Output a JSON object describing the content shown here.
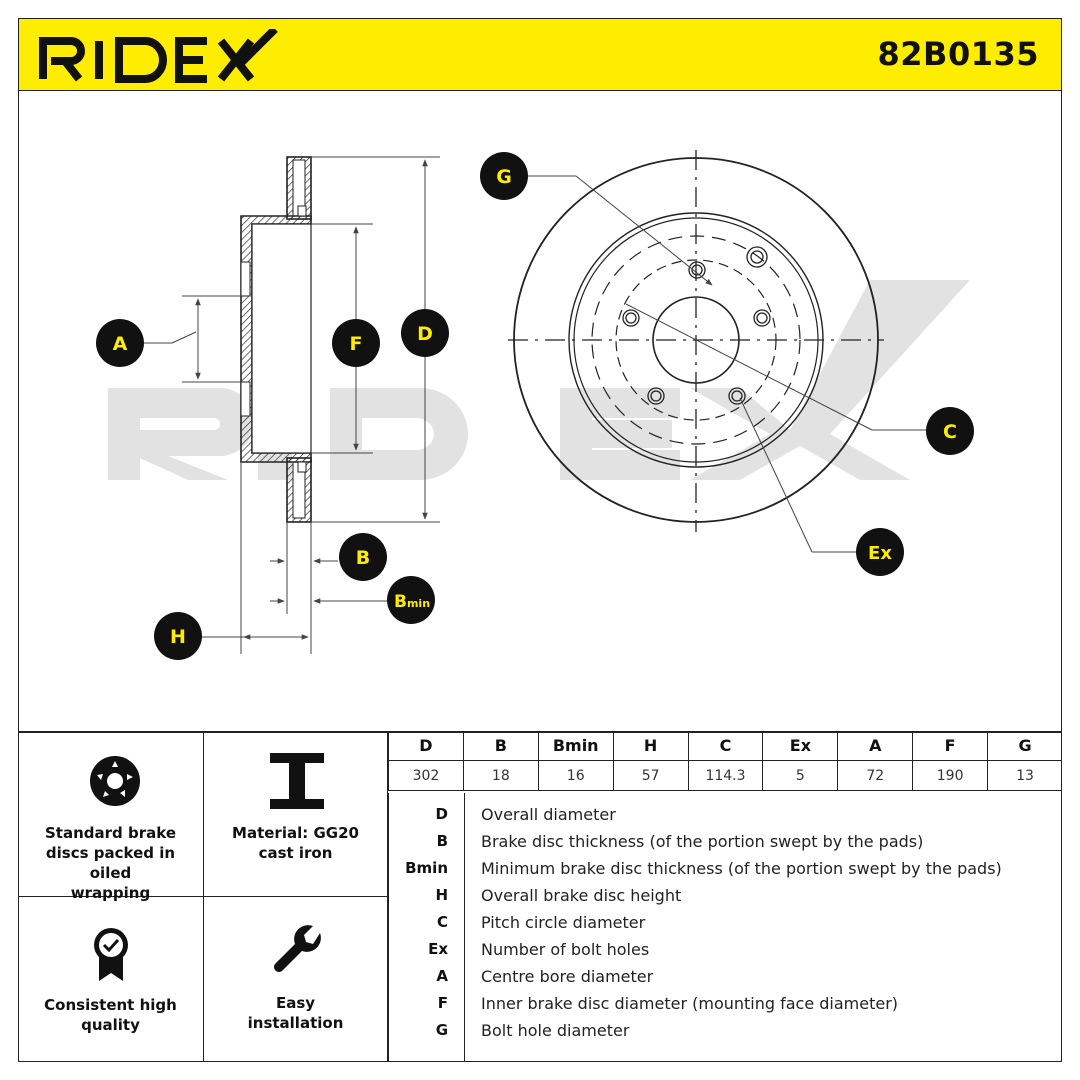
{
  "brand": {
    "logo_text": "RIDEX",
    "accent_color": "#ffed00"
  },
  "part_number": "82B0135",
  "watermark_text": "RIDEX",
  "callouts": {
    "A": "A",
    "F": "F",
    "D": "D",
    "B": "B",
    "Bmin_main": "B",
    "Bmin_sub": "min",
    "H": "H",
    "G": "G",
    "C": "C",
    "Ex": "Ex"
  },
  "features": [
    {
      "icon": "oiled-disc-icon",
      "label_lines": [
        "Standard brake",
        "discs packed in oiled",
        "wrapping"
      ]
    },
    {
      "icon": "i-beam-icon",
      "label_lines": [
        "Material: GG20",
        "cast iron"
      ]
    },
    {
      "icon": "quality-badge-icon",
      "label_lines": [
        "Consistent high",
        "quality"
      ]
    },
    {
      "icon": "wrench-icon",
      "label_lines": [
        "Easy",
        "installation"
      ]
    }
  ],
  "spec_table": {
    "headers": [
      "D",
      "B",
      "Bmin",
      "H",
      "C",
      "Ex",
      "A",
      "F",
      "G"
    ],
    "values": [
      "302",
      "18",
      "16",
      "57",
      "114.3",
      "5",
      "72",
      "190",
      "13"
    ]
  },
  "legend": [
    {
      "key": "D",
      "description": "Overall diameter"
    },
    {
      "key": "B",
      "description": "Brake disc thickness (of the portion swept by the pads)"
    },
    {
      "key": "Bmin",
      "description": "Minimum brake disc thickness (of the portion swept by the pads)"
    },
    {
      "key": "H",
      "description": "Overall brake disc height"
    },
    {
      "key": "C",
      "description": "Pitch circle diameter"
    },
    {
      "key": "Ex",
      "description": "Number of bolt holes"
    },
    {
      "key": "A",
      "description": "Centre bore diameter"
    },
    {
      "key": "F",
      "description": "Inner brake disc diameter (mounting face diameter)"
    },
    {
      "key": "G",
      "description": "Bolt hole diameter"
    }
  ]
}
